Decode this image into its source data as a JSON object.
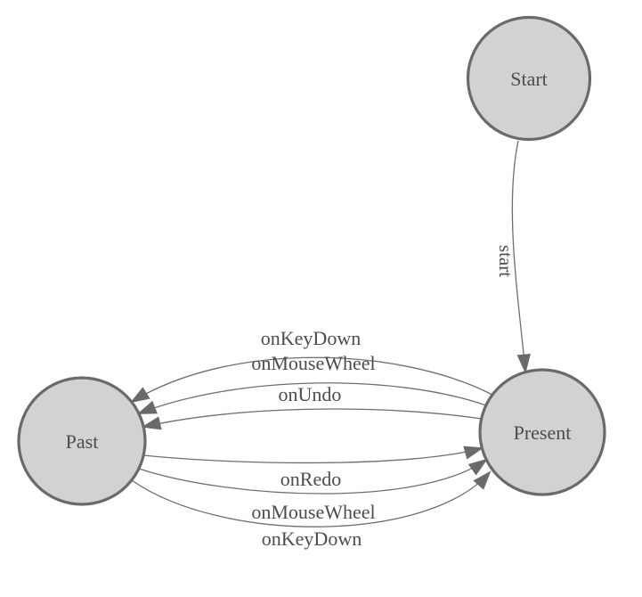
{
  "diagram": {
    "type": "state-machine",
    "background_color": "#ffffff",
    "node_fill_color": "#d2d2d2",
    "node_border_color": "#6a6a6a",
    "edge_line_color": "#6e6e6e",
    "arrowhead_color": "#6a6a6a",
    "label_color": "#4c4c4c",
    "nodes": [
      {
        "id": "start",
        "label": "Start"
      },
      {
        "id": "present",
        "label": "Present"
      },
      {
        "id": "past",
        "label": "Past"
      }
    ],
    "edges": [
      {
        "from": "Start",
        "to": "Present",
        "label": "start"
      },
      {
        "from": "Present",
        "to": "Past",
        "label": "onKeyDown"
      },
      {
        "from": "Present",
        "to": "Past",
        "label": "onMouseWheel"
      },
      {
        "from": "Present",
        "to": "Past",
        "label": "onUndo"
      },
      {
        "from": "Past",
        "to": "Present",
        "label": "onRedo"
      },
      {
        "from": "Past",
        "to": "Present",
        "label": "onMouseWheel"
      },
      {
        "from": "Past",
        "to": "Present",
        "label": "onKeyDown"
      }
    ]
  }
}
